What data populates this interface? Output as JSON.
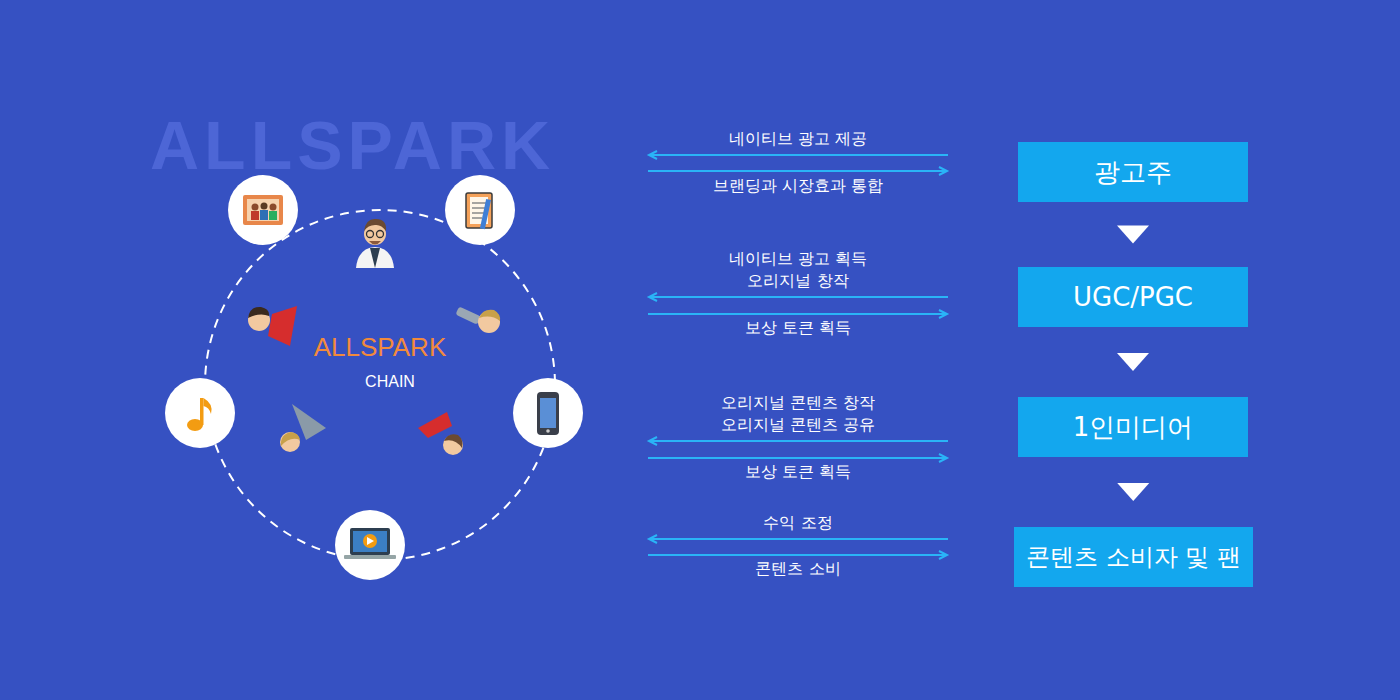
{
  "diagram": {
    "nodes": [
      {
        "text": [
          "ALLSPARK",
          "CHAIN"
        ]
      },
      {
        "text": [
          "광고주"
        ]
      },
      {
        "text": [
          "UGC/PGC"
        ]
      },
      {
        "text": [
          "1인미디어"
        ]
      },
      {
        "text": [
          "콘텐츠 소비자 및 팬"
        ]
      }
    ],
    "edges": [
      {
        "from": 1,
        "to": 2,
        "arrow": "to"
      },
      {
        "from": 2,
        "to": 3,
        "arrow": "to"
      },
      {
        "from": 3,
        "to": 4,
        "arrow": "to"
      }
    ],
    "labels": [
      "ALLSPARK",
      "네이티브 광고 제공",
      "브랜딩과 시장효과 통합",
      "네이티브 광고 획득 오리지널 창작",
      "보상 토큰 획득",
      "오리지널 콘텐츠 창작 오리지널 콘텐츠 공유",
      "보상 토큰 획득",
      "수익 조정",
      "콘텐츠 소비"
    ]
  }
}
